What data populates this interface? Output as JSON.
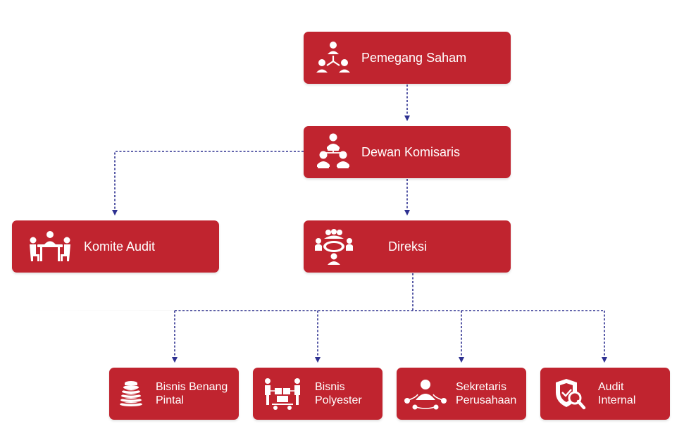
{
  "nodes": {
    "shareholders": {
      "label": "Pemegang Saham"
    },
    "board_commissioners": {
      "label": "Dewan Komisaris"
    },
    "audit_committee": {
      "label": "Komite Audit"
    },
    "board_directors": {
      "label": "Direksi"
    },
    "yarn_business": {
      "line1": "Bisnis Benang",
      "line2": "Pintal"
    },
    "polyester_business": {
      "line1": "Bisnis",
      "line2": "Polyester"
    },
    "corporate_secretary": {
      "line1": "Sekretaris",
      "line2": "Perusahaan"
    },
    "internal_audit": {
      "line1": "Audit",
      "line2": "Internal"
    }
  },
  "icons": {
    "shareholders": "people-network-icon",
    "board_commissioners": "board-hierarchy-icon",
    "audit_committee": "meeting-table-icon",
    "board_directors": "conference-table-icon",
    "yarn_business": "yarn-spool-icon",
    "polyester_business": "cart-boxes-icon",
    "corporate_secretary": "person-network-icon",
    "internal_audit": "shield-magnifier-icon"
  },
  "colors": {
    "box_fill": "#c0242f",
    "connector": "#2e3191",
    "text": "#ffffff"
  }
}
